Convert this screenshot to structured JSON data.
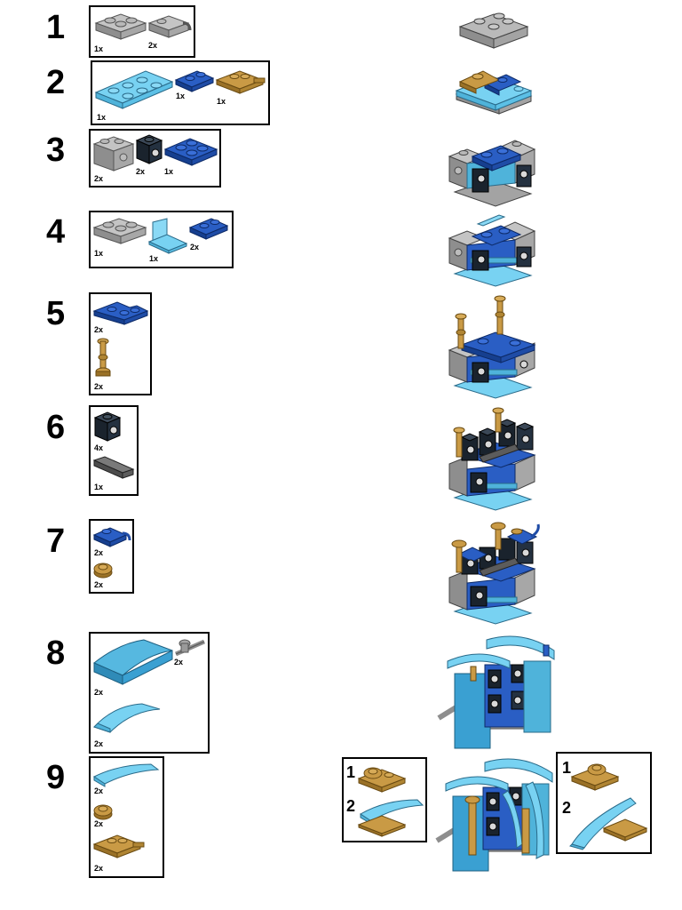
{
  "steps": [
    {
      "number": "1",
      "parts": [
        {
          "name": "plate-with-side-clips",
          "qty": "1x"
        },
        {
          "name": "plate-with-clip",
          "qty": "2x"
        }
      ]
    },
    {
      "number": "2",
      "parts": [
        {
          "name": "plate-2x4-light-blue",
          "qty": "1x"
        },
        {
          "name": "plate-1x2-blue",
          "qty": "1x"
        },
        {
          "name": "plate-with-bar-handle-tan",
          "qty": "1x"
        }
      ]
    },
    {
      "number": "3",
      "parts": [
        {
          "name": "brick-1x2-side-stud-grey",
          "qty": "2x"
        },
        {
          "name": "brick-1x1-side-stud-black",
          "qty": "2x"
        },
        {
          "name": "plate-2x2-blue",
          "qty": "1x"
        }
      ]
    },
    {
      "number": "4",
      "parts": [
        {
          "name": "plate-with-side-clips",
          "qty": "1x"
        },
        {
          "name": "bracket-light-blue",
          "qty": "1x"
        },
        {
          "name": "plate-1x2-blue",
          "qty": "2x"
        }
      ]
    },
    {
      "number": "5",
      "parts": [
        {
          "name": "plate-corner-blue",
          "qty": "2x"
        },
        {
          "name": "bar-with-stud-tan",
          "qty": "2x"
        }
      ]
    },
    {
      "number": "6",
      "parts": [
        {
          "name": "brick-1x1-side-stud-black",
          "qty": "4x"
        },
        {
          "name": "slope-tile-dark-grey",
          "qty": "1x"
        }
      ]
    },
    {
      "number": "7",
      "parts": [
        {
          "name": "plate-with-clip-blue",
          "qty": "2x"
        },
        {
          "name": "round-plate-tan",
          "qty": "2x"
        }
      ]
    },
    {
      "number": "8",
      "parts": [
        {
          "name": "curved-slope-medium-blue",
          "qty": "2x"
        },
        {
          "name": "bar-connector-grey",
          "qty": "2x"
        },
        {
          "name": "arch-light-blue",
          "qty": "2x"
        }
      ]
    },
    {
      "number": "9",
      "parts": [
        {
          "name": "curved-tile-light-blue",
          "qty": "2x"
        },
        {
          "name": "round-plate-tan",
          "qty": "2x"
        },
        {
          "name": "plate-with-bar-handle-tan",
          "qty": "2x"
        }
      ]
    }
  ],
  "callouts": [
    {
      "side": "left",
      "labels": [
        "1",
        "2"
      ]
    },
    {
      "side": "right",
      "labels": [
        "1",
        "2"
      ]
    }
  ],
  "colors": {
    "light_grey": "#a0a0a0",
    "light_blue": "#6ccbee",
    "blue": "#1d4fb5",
    "tan": "#b58a3a",
    "black": "#1f2a36",
    "dark_grey": "#5c5c5c",
    "medium_blue": "#3aa0d2"
  }
}
